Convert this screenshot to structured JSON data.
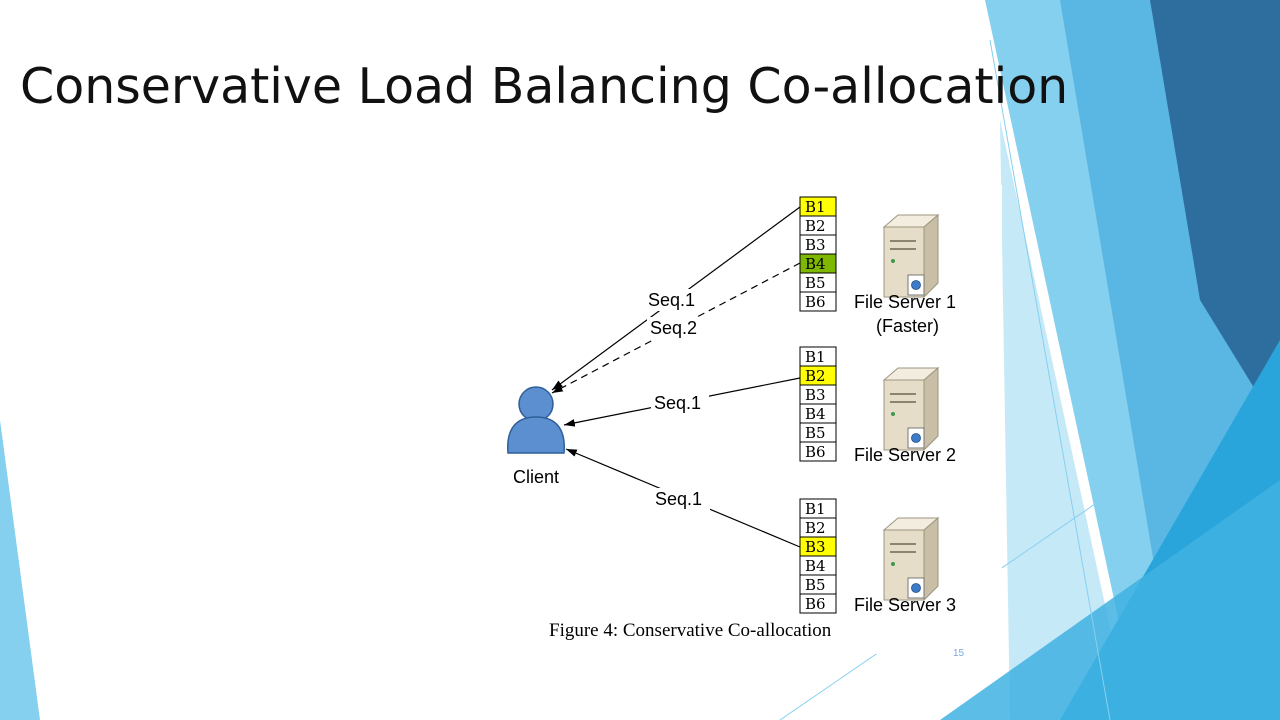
{
  "slide": {
    "title": "Conservative Load Balancing Co-allocation",
    "slide_number": "15"
  },
  "diagram": {
    "caption": "Figure 4: Conservative Co-allocation",
    "client_label": "Client",
    "servers": [
      {
        "name": "File Server 1",
        "note": "(Faster)",
        "blocks": [
          "B1",
          "B2",
          "B3",
          "B4",
          "B5",
          "B6"
        ]
      },
      {
        "name": "File Server 2",
        "note": "",
        "blocks": [
          "B1",
          "B2",
          "B3",
          "B4",
          "B5",
          "B6"
        ]
      },
      {
        "name": "File Server 3",
        "note": "",
        "blocks": [
          "B1",
          "B2",
          "B3",
          "B4",
          "B5",
          "B6"
        ]
      }
    ],
    "arrows": [
      {
        "label": "Seq.1",
        "style": "solid"
      },
      {
        "label": "Seq.2",
        "style": "dashed"
      },
      {
        "label": "Seq.1",
        "style": "solid"
      },
      {
        "label": "Seq.1",
        "style": "solid"
      }
    ],
    "colors": {
      "block_seq1": "#ffff00",
      "block_seq2": "#7fb800",
      "theme_blue_light": "#86d0ef",
      "theme_blue_mid": "#29a5dc",
      "theme_blue_dark": "#2e6e9e"
    }
  }
}
